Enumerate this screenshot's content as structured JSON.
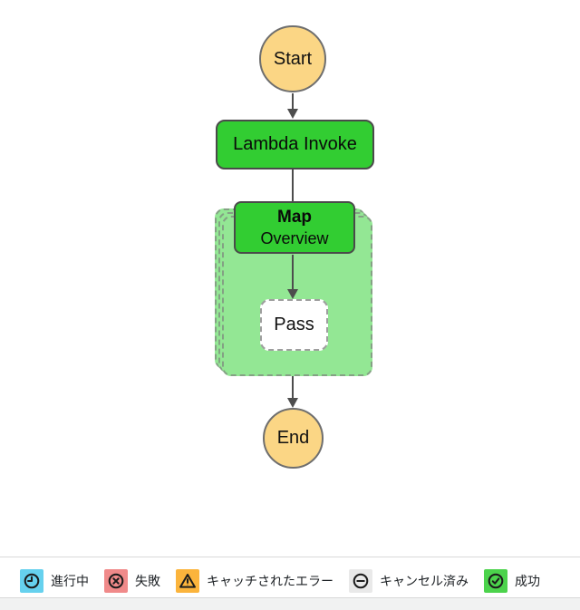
{
  "workflow": {
    "nodes": {
      "start": {
        "label": "Start"
      },
      "lambda": {
        "label": "Lambda Invoke"
      },
      "map": {
        "title": "Map",
        "subtitle": "Overview"
      },
      "pass": {
        "label": "Pass"
      },
      "end": {
        "label": "End"
      }
    },
    "edges": [
      {
        "from": "Start",
        "to": "Lambda Invoke"
      },
      {
        "from": "Lambda Invoke",
        "to": "Map"
      },
      {
        "from": "Map",
        "to": "Pass"
      },
      {
        "from": "Map",
        "to": "End"
      }
    ],
    "colors": {
      "state_green": "#32cd32",
      "map_container_green": "#93e794",
      "terminal_yellow": "#fbd685",
      "edge_gray": "#4d4d4d"
    }
  },
  "legend": {
    "items": [
      {
        "name": "in-progress",
        "label": "進行中",
        "color": "#66d1ee",
        "icon": "clock"
      },
      {
        "name": "failed",
        "label": "失敗",
        "color": "#f08a8a",
        "icon": "x-circle"
      },
      {
        "name": "caught-error",
        "label": "キャッチされたエラー",
        "color": "#fbb43c",
        "icon": "warning-triangle"
      },
      {
        "name": "canceled",
        "label": "キャンセル済み",
        "color": "#e9e9e9",
        "icon": "minus-circle"
      },
      {
        "name": "succeeded",
        "label": "成功",
        "color": "#4cd34c",
        "icon": "check-circle"
      }
    ]
  }
}
